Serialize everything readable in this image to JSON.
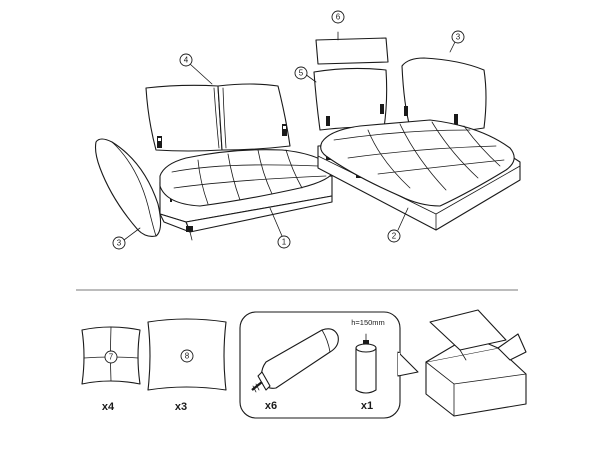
{
  "parts": {
    "p1": "1",
    "p2": "2",
    "p3a": "3",
    "p3b": "3",
    "p4": "4",
    "p5": "5",
    "p6": "6",
    "p7": "7",
    "p8": "8"
  },
  "accessories": {
    "pillow_small_qty": "x4",
    "pillow_large_qty": "x3",
    "leg_qty": "x6",
    "center_leg_qty": "x1",
    "center_leg_height": "h=150mm"
  }
}
